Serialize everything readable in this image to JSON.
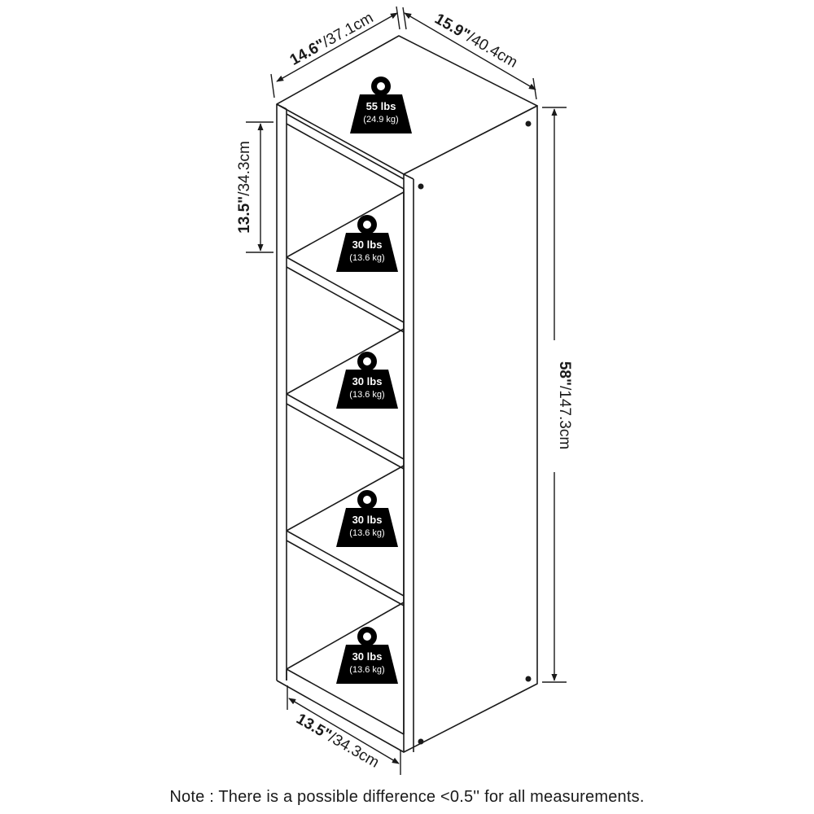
{
  "dimensions": {
    "top_depth": {
      "imperial": "14.6\"",
      "metric": "/37.1cm"
    },
    "top_width": {
      "imperial": "15.9\"",
      "metric": "/40.4cm"
    },
    "cube_height": {
      "imperial": "13.5\"",
      "metric": "/34.3cm"
    },
    "total_height": {
      "imperial": "58\"",
      "metric": "/147.3cm"
    },
    "bottom_depth": {
      "imperial": "13.5\"",
      "metric": "/34.3cm"
    }
  },
  "weights": [
    {
      "lbs": "55 lbs",
      "kg": "(24.9 kg)"
    },
    {
      "lbs": "30 lbs",
      "kg": "(13.6 kg)"
    },
    {
      "lbs": "30 lbs",
      "kg": "(13.6 kg)"
    },
    {
      "lbs": "30 lbs",
      "kg": "(13.6 kg)"
    },
    {
      "lbs": "30 lbs",
      "kg": "(13.6 kg)"
    }
  ],
  "note": "Note : There is a possible difference <0.5'' for all measurements.",
  "colors": {
    "line": "#1a1a1a",
    "weight_fill": "#000000",
    "background": "#ffffff"
  }
}
